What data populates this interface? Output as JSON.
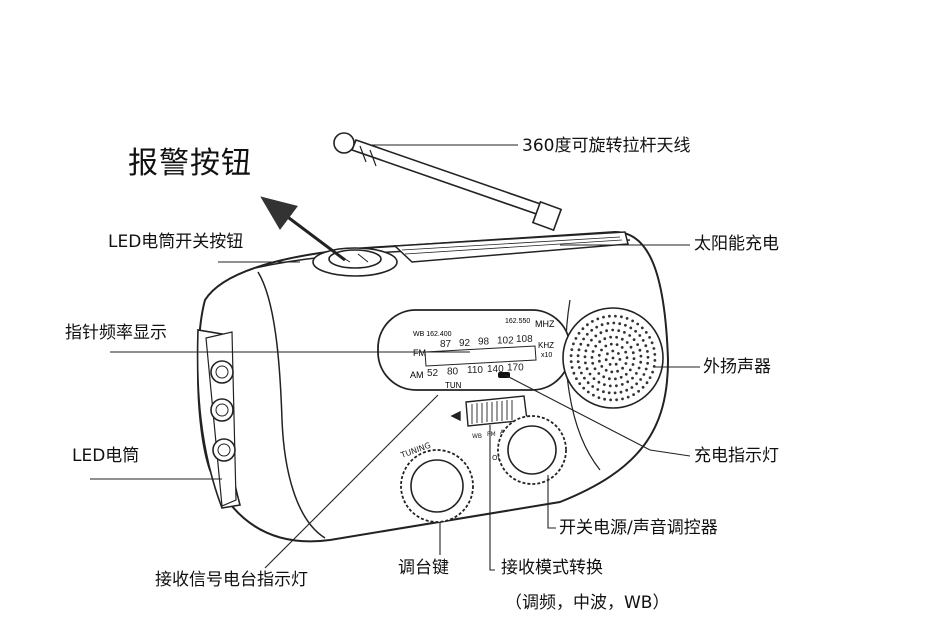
{
  "labels": {
    "alarm_button": "报警按钮",
    "antenna": "360度可旋转拉杆天线",
    "led_switch": "LED电筒开关按钮",
    "solar": "太阳能充电",
    "pointer_display": "指针频率显示",
    "speaker": "外扬声器",
    "led_flashlight": "LED电筒",
    "charge_indicator": "充电指示灯",
    "power_volume": "开关电源/声音调控器",
    "signal_indicator": "接收信号电台指示灯",
    "tuning_key": "调台键",
    "mode_switch": "接收模式转换",
    "mode_options": "（调频，中波，WB）"
  },
  "dial": {
    "wb_text": "WB 162.400",
    "wb_right": "162.550",
    "fm_label": "FM",
    "fm_ticks": [
      "87",
      "92",
      "98",
      "102",
      "108"
    ],
    "mhz": "MHZ",
    "am_label": "AM",
    "am_ticks": [
      "52",
      "80",
      "110",
      "140",
      "170"
    ],
    "khz": "KHZ",
    "x10": "x10",
    "tun": "TUN",
    "tuning": "TUNING",
    "switch_marks": [
      "WB",
      "FM",
      "AM"
    ],
    "off": "OFF"
  }
}
